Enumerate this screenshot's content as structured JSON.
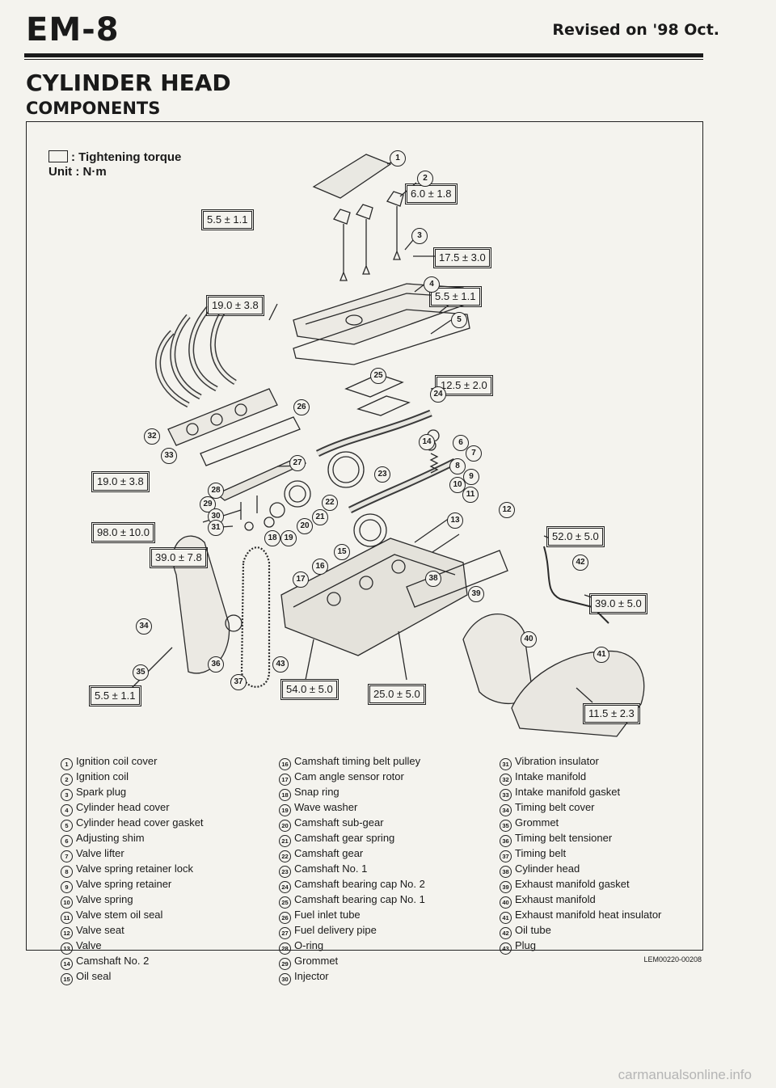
{
  "header": {
    "page_code": "EM-8",
    "revised": "Revised on '98 Oct."
  },
  "section": {
    "title": "CYLINDER HEAD",
    "subtitle": "COMPONENTS"
  },
  "legend": {
    "label": ": Tightening torque",
    "unit": "Unit : N·m"
  },
  "torque_values": [
    "6.0 ± 1.8",
    "5.5 ± 1.1",
    "17.5 ± 3.0",
    "5.5 ± 1.1",
    "19.0 ± 3.8",
    "12.5 ± 2.0",
    "19.0 ± 3.8",
    "98.0 ± 10.0",
    "39.0 ± 7.8",
    "52.0 ± 5.0",
    "39.0 ± 5.0",
    "5.5 ± 1.1",
    "54.0 ± 5.0",
    "25.0 ± 5.0",
    "11.5 ± 2.3"
  ],
  "parts": [
    {
      "n": "1",
      "name": "Ignition coil cover"
    },
    {
      "n": "2",
      "name": "Ignition coil"
    },
    {
      "n": "3",
      "name": "Spark plug"
    },
    {
      "n": "4",
      "name": "Cylinder head cover"
    },
    {
      "n": "5",
      "name": "Cylinder head cover gasket"
    },
    {
      "n": "6",
      "name": "Adjusting shim"
    },
    {
      "n": "7",
      "name": "Valve lifter"
    },
    {
      "n": "8",
      "name": "Valve spring retainer lock"
    },
    {
      "n": "9",
      "name": "Valve spring retainer"
    },
    {
      "n": "10",
      "name": "Valve spring"
    },
    {
      "n": "11",
      "name": "Valve stem oil seal"
    },
    {
      "n": "12",
      "name": "Valve seat"
    },
    {
      "n": "13",
      "name": "Valve"
    },
    {
      "n": "14",
      "name": "Camshaft No. 2"
    },
    {
      "n": "15",
      "name": "Oil seal"
    },
    {
      "n": "16",
      "name": "Camshaft timing belt pulley"
    },
    {
      "n": "17",
      "name": "Cam angle sensor rotor"
    },
    {
      "n": "18",
      "name": "Snap ring"
    },
    {
      "n": "19",
      "name": "Wave washer"
    },
    {
      "n": "20",
      "name": "Camshaft sub-gear"
    },
    {
      "n": "21",
      "name": "Camshaft gear spring"
    },
    {
      "n": "22",
      "name": "Camshaft gear"
    },
    {
      "n": "23",
      "name": "Camshaft No. 1"
    },
    {
      "n": "24",
      "name": "Camshaft bearing cap No. 2"
    },
    {
      "n": "25",
      "name": "Camshaft bearing cap No. 1"
    },
    {
      "n": "26",
      "name": "Fuel inlet tube"
    },
    {
      "n": "27",
      "name": "Fuel delivery pipe"
    },
    {
      "n": "28",
      "name": "O-ring"
    },
    {
      "n": "29",
      "name": "Grommet"
    },
    {
      "n": "30",
      "name": "Injector"
    },
    {
      "n": "31",
      "name": "Vibration insulator"
    },
    {
      "n": "32",
      "name": "Intake manifold"
    },
    {
      "n": "33",
      "name": "Intake manifold gasket"
    },
    {
      "n": "34",
      "name": "Timing belt cover"
    },
    {
      "n": "35",
      "name": "Grommet"
    },
    {
      "n": "36",
      "name": "Timing belt tensioner"
    },
    {
      "n": "37",
      "name": "Timing belt"
    },
    {
      "n": "38",
      "name": "Cylinder head"
    },
    {
      "n": "39",
      "name": "Exhaust manifold gasket"
    },
    {
      "n": "40",
      "name": "Exhaust manifold"
    },
    {
      "n": "41",
      "name": "Exhaust manifold heat insulator"
    },
    {
      "n": "42",
      "name": "Oil tube"
    },
    {
      "n": "43",
      "name": "Plug"
    }
  ],
  "doc_code": "LEM00220-00208",
  "watermark": "carmanualsonline.info"
}
